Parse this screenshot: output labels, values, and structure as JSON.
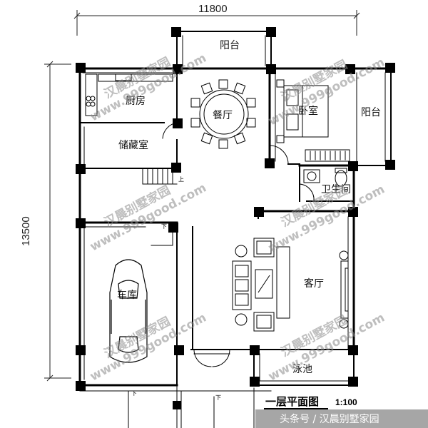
{
  "dimensions": {
    "width": "11800",
    "height": "13500"
  },
  "rooms": {
    "balcony_top": "阳台",
    "kitchen": "厨房",
    "dining": "餐厅",
    "bedroom": "卧室",
    "balcony_right": "阳台",
    "storage": "储藏室",
    "bathroom": "卫生间",
    "garage": "车库",
    "living": "客厅",
    "pool": "泳池"
  },
  "watermark": {
    "cn": "汉晨别墅家园",
    "url": "www.999good.com"
  },
  "markers": {
    "down": "下",
    "up": "上"
  },
  "title": {
    "text": "一层平面图",
    "scale": "1:100"
  },
  "footer": {
    "text": "头条号 / 汉晨别墅家园"
  }
}
